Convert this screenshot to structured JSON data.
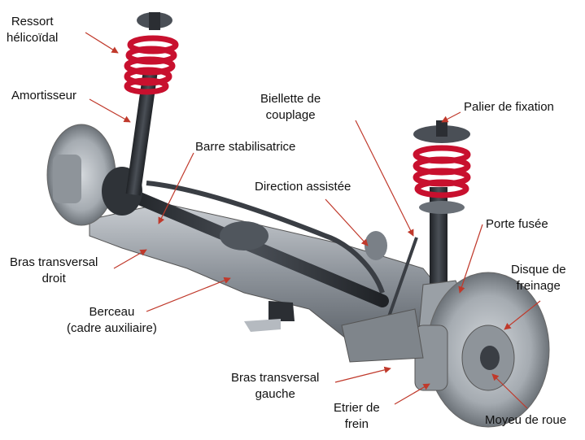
{
  "labels": {
    "ressort": [
      "Ressort",
      "hélicoïdal"
    ],
    "amortisseur": "Amortisseur",
    "barre": "Barre stabilisatrice",
    "biellette": [
      "Biellette de",
      "couplage"
    ],
    "palier": "Palier de fixation",
    "direction": "Direction assistée",
    "porte": "Porte fusée",
    "disque": [
      "Disque de",
      "freinage"
    ],
    "bras_droit": [
      "Bras transversal",
      "droit"
    ],
    "berceau": [
      "Berceau",
      "(cadre auxiliaire)"
    ],
    "bras_gauche": [
      "Bras transversal",
      "gauche"
    ],
    "etrier": [
      "Etrier de",
      "frein"
    ],
    "moyeu": "Moyeu de roue"
  },
  "colors": {
    "arrow": "#c0392b",
    "spring": "#c8102e",
    "metal": "#9aa0a6",
    "dark": "#2b2e33"
  }
}
